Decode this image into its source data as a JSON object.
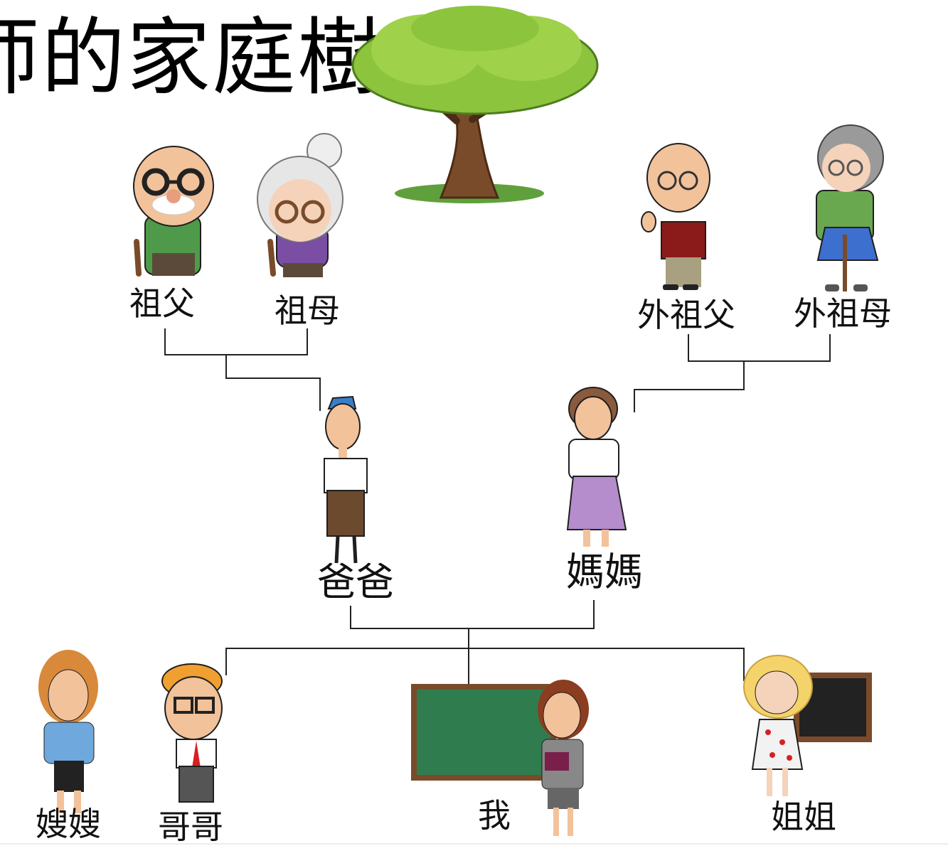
{
  "title": "师的家庭樹",
  "members": {
    "grandfather": "祖父",
    "grandmother": "祖母",
    "maternal_grandfather": "外祖父",
    "maternal_grandmother": "外祖母",
    "father": "爸爸",
    "mother": "媽媽",
    "sister_in_law": "嫂嫂",
    "elder_brother": "哥哥",
    "me": "我",
    "elder_sister": "姐姐"
  }
}
